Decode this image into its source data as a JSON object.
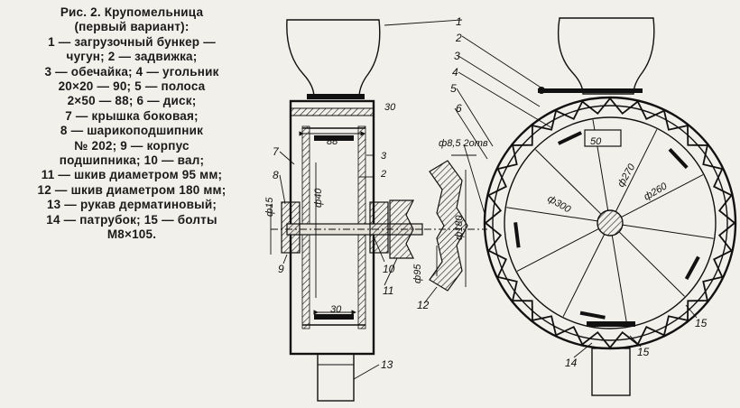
{
  "caption": {
    "lines": [
      "Рис. 2. Крупомельница",
      "(первый вариант):",
      "1 — загрузочный бункер —",
      "чугун; 2 — задвижка;",
      "3 — обечайка; 4 — угольник",
      "20×20 — 90; 5 — полоса",
      "2×50 — 88; 6 — диск;",
      "7 — крышка боковая;",
      "8 — шарикоподшипник",
      "№ 202; 9 — корпус",
      "подшипника; 10 — вал;",
      "11 — шкив диаметром 95 мм;",
      "12 — шкив диаметром 180 мм;",
      "13 — рукав дерматиновый;",
      "14 — патрубок; 15 — болты",
      "М8×105."
    ]
  },
  "side_view": {
    "dims": {
      "d30": "30",
      "d88": "88",
      "d3": "3",
      "d2": "2",
      "d15": "ф15",
      "d40": "ф40",
      "d30b": "30"
    },
    "labels": {
      "l7": "7",
      "l8": "8",
      "l9": "9",
      "l10": "10",
      "l11": "11",
      "l13": "13"
    }
  },
  "pulley_view": {
    "dims": {
      "holes": "ф8,5 2отв",
      "d180": "ф180",
      "d95": "ф95"
    },
    "labels": {
      "l12": "12"
    }
  },
  "front_view": {
    "dims": {
      "d50": "50",
      "d270": "ф270",
      "d300": "ф300",
      "d260": "ф260"
    },
    "labels": {
      "l1": "1",
      "l2": "2",
      "l3": "3",
      "l4": "4",
      "l5": "5",
      "l6": "6",
      "l14": "14",
      "l15a": "15",
      "l15b": "15"
    }
  }
}
